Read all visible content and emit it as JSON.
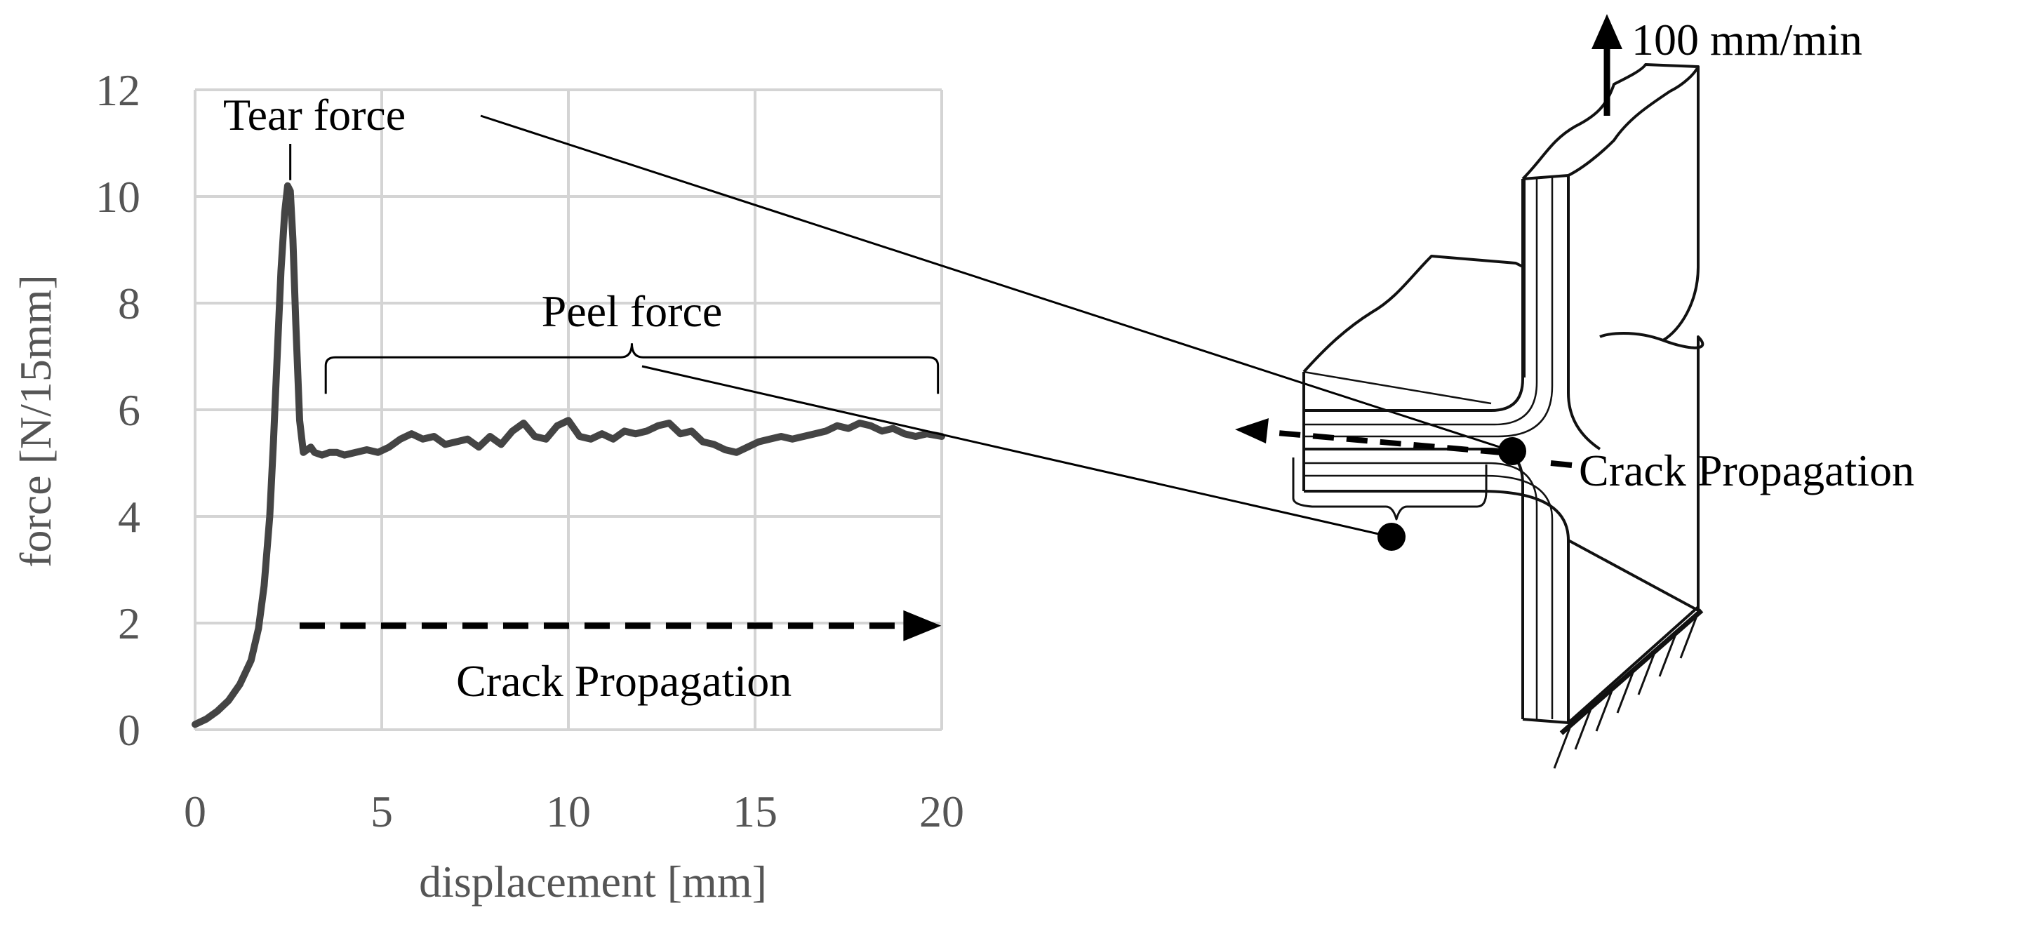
{
  "chart_data": {
    "type": "line",
    "xlabel": "displacement [mm]",
    "ylabel": "force [N/15mm]",
    "xlim": [
      0,
      20
    ],
    "ylim": [
      0,
      12
    ],
    "xticks": [
      "0",
      "5",
      "10",
      "15",
      "20"
    ],
    "yticks": [
      "0",
      "2",
      "4",
      "6",
      "8",
      "10",
      "12"
    ],
    "grid": true,
    "series": [
      {
        "x": [
          0,
          0.3,
          0.6,
          0.9,
          1.2,
          1.5,
          1.7,
          1.85,
          2.0,
          2.1,
          2.2,
          2.3,
          2.4,
          2.48,
          2.55,
          2.62,
          2.7,
          2.8,
          2.9,
          3.0,
          3.1,
          3.2,
          3.4,
          3.6,
          3.8,
          4.0,
          4.3,
          4.6,
          4.9,
          5.2,
          5.5,
          5.8,
          6.1,
          6.4,
          6.7,
          7.0,
          7.3,
          7.6,
          7.9,
          8.2,
          8.5,
          8.8,
          9.1,
          9.4,
          9.7,
          10.0,
          10.3,
          10.6,
          10.9,
          11.2,
          11.5,
          11.8,
          12.1,
          12.4,
          12.7,
          13.0,
          13.3,
          13.6,
          13.9,
          14.2,
          14.5,
          14.8,
          15.1,
          15.4,
          15.7,
          16.0,
          16.3,
          16.6,
          16.9,
          17.2,
          17.5,
          17.8,
          18.1,
          18.4,
          18.7,
          19.0,
          19.3,
          19.6,
          20.0
        ],
        "values": [
          0.1,
          0.2,
          0.35,
          0.55,
          0.85,
          1.3,
          1.9,
          2.7,
          4.0,
          5.4,
          7.0,
          8.6,
          9.7,
          10.2,
          10.1,
          9.2,
          7.6,
          5.8,
          5.2,
          5.25,
          5.3,
          5.2,
          5.15,
          5.2,
          5.2,
          5.15,
          5.2,
          5.25,
          5.2,
          5.3,
          5.45,
          5.55,
          5.45,
          5.5,
          5.35,
          5.4,
          5.45,
          5.3,
          5.5,
          5.35,
          5.6,
          5.75,
          5.5,
          5.45,
          5.7,
          5.8,
          5.5,
          5.45,
          5.55,
          5.45,
          5.6,
          5.55,
          5.6,
          5.7,
          5.75,
          5.55,
          5.6,
          5.4,
          5.35,
          5.25,
          5.2,
          5.3,
          5.4,
          5.45,
          5.5,
          5.45,
          5.5,
          5.55,
          5.6,
          5.7,
          5.65,
          5.75,
          5.7,
          5.6,
          5.65,
          5.55,
          5.5,
          5.55,
          5.5
        ]
      }
    ],
    "annotations": {
      "tear": {
        "text": "Tear force",
        "x": 2.55,
        "y": 10.2
      },
      "peel": {
        "text": "Peel force",
        "x_start": 3.5,
        "x_end": 19.9,
        "y": 6.3
      },
      "crack": {
        "text": "Crack Propagation",
        "x_start": 2.8,
        "x_end": 19.8,
        "y": 1.95
      }
    }
  },
  "diagram": {
    "speed_label": "100 mm/min",
    "crack_label": "Crack Propagation"
  }
}
